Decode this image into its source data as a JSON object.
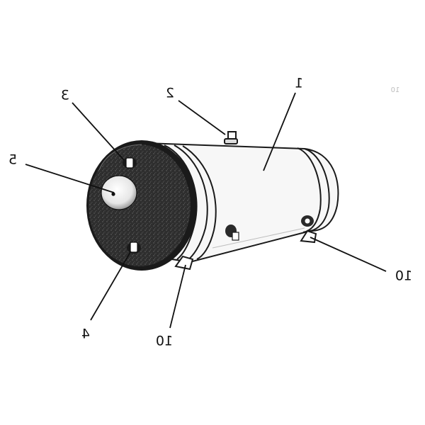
{
  "diagram": {
    "callouts": [
      {
        "id": "1",
        "label": "1"
      },
      {
        "id": "2",
        "label": "2"
      },
      {
        "id": "3",
        "label": "3"
      },
      {
        "id": "4",
        "label": "4"
      },
      {
        "id": "5",
        "label": "5"
      },
      {
        "id": "10a",
        "label": "10"
      },
      {
        "id": "10b",
        "label": "10"
      }
    ],
    "stray_mark": "10",
    "colors": {
      "ink": "#111111",
      "body": "#f7f7f7",
      "end_cap": "#2b2b2b",
      "background": "#ffffff"
    }
  }
}
